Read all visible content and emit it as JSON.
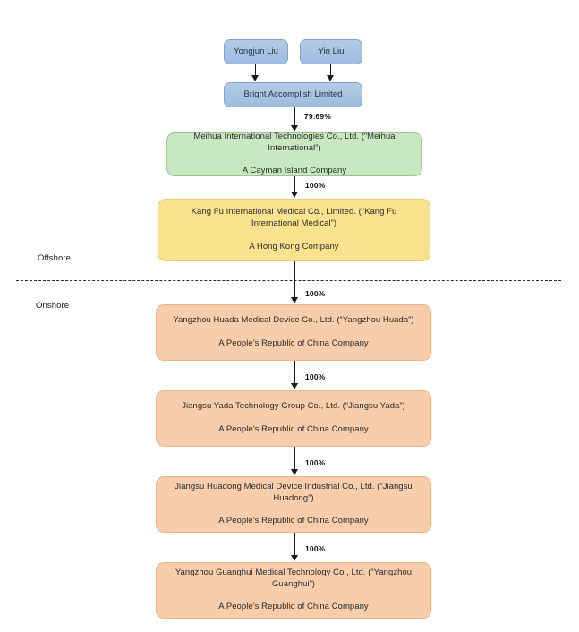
{
  "diagram": {
    "title": "Corporate Structure Chart",
    "zones": {
      "offshore_label": "Offshore",
      "onshore_label": "Onshore"
    },
    "colors": {
      "blue_fill": "#9dbbdf",
      "green_fill": "#c9e7c0",
      "yellow_fill": "#fbe28e",
      "orange_fill": "#f7cdab",
      "line": "#1a1a1a"
    },
    "nodes": [
      {
        "id": "yongjun-liu",
        "line1": "Yongjun Liu",
        "line2": "",
        "color": "blue"
      },
      {
        "id": "yin-liu",
        "line1": "Yin Liu",
        "line2": "",
        "color": "blue"
      },
      {
        "id": "bright-accomplish-limited",
        "line1": "Bright Accomplish Limited",
        "line2": "",
        "color": "blue"
      },
      {
        "id": "meihua-international",
        "line1": "Meihua International Technologies Co., Ltd. (“Meihua International”)",
        "line2": "A Cayman Island Company",
        "color": "green"
      },
      {
        "id": "kang-fu-international-medical",
        "line1": "Kang Fu International Medical Co., Limited. (“Kang Fu International Medical”)",
        "line2": "A Hong Kong Company",
        "color": "yellow"
      },
      {
        "id": "yangzhou-huada",
        "line1": "Yangzhou Huada Medical Device Co., Ltd. (“Yangzhou Huada”)",
        "line2": "A People’s Republic of China Company",
        "color": "orange"
      },
      {
        "id": "jiangsu-yada",
        "line1": "Jiangsu Yada Technology Group Co., Ltd. (“Jiangsu Yada”)",
        "line2": "A People’s Republic of China Company",
        "color": "orange"
      },
      {
        "id": "jiangsu-huadong",
        "line1": "Jiangsu Huadong Medical Device Industrial Co., Ltd. (“Jiangsu Huadong”)",
        "line2": "A People’s Republic of China Company",
        "color": "orange"
      },
      {
        "id": "yangzhou-guanghui",
        "line1": "Yangzhou Guanghui Medical Technology Co., Ltd. (“Yangzhou Guanghui”)",
        "line2": "A People’s Republic of China Company",
        "color": "orange"
      }
    ],
    "edges": [
      {
        "id": "edge-yongjun-to-bright",
        "label": ""
      },
      {
        "id": "edge-yin-to-bright",
        "label": ""
      },
      {
        "id": "edge-bright-to-meihua",
        "label": "79.69%"
      },
      {
        "id": "edge-meihua-to-kangfu",
        "label": "100%"
      },
      {
        "id": "edge-kangfu-to-huada",
        "label": "100%"
      },
      {
        "id": "edge-huada-to-yada",
        "label": "100%"
      },
      {
        "id": "edge-yada-to-huadong",
        "label": "100%"
      },
      {
        "id": "edge-huadong-to-guanghui",
        "label": "100%"
      }
    ]
  }
}
